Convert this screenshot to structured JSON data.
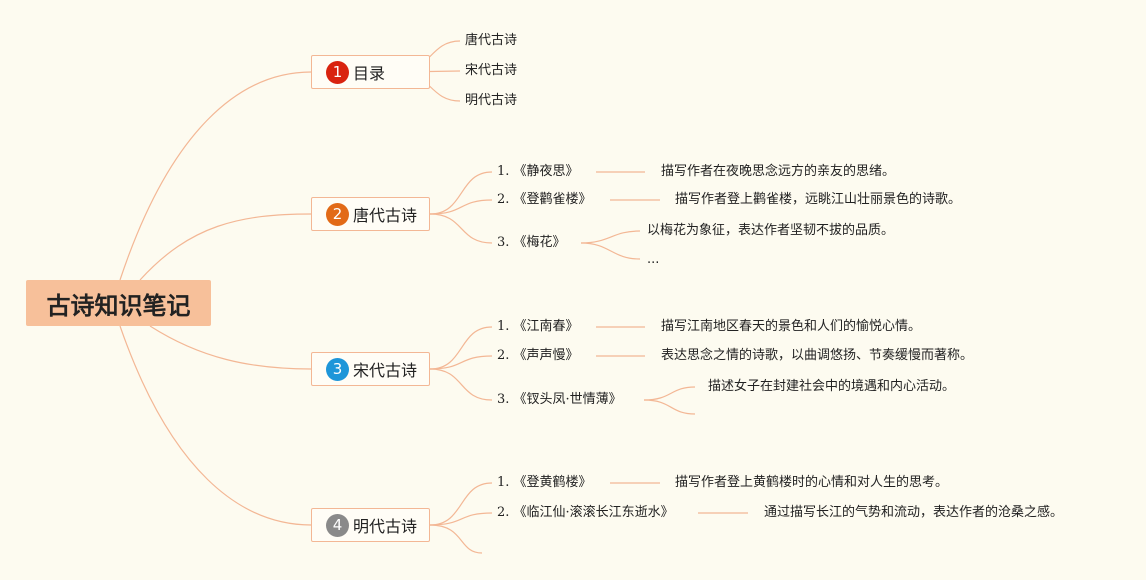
{
  "root": {
    "title": "古诗知识笔记"
  },
  "colors": {
    "line": "#f3b795",
    "root_bg": "#f7c09a",
    "badge_1": "#d9230f",
    "badge_2": "#e26a17",
    "badge_3": "#1e96d9",
    "badge_4": "#8a8a8a"
  },
  "branches": [
    {
      "num": "1",
      "label": "目录",
      "items": [
        "唐代古诗",
        "宋代古诗",
        "明代古诗"
      ]
    },
    {
      "num": "2",
      "label": "唐代古诗",
      "poems": [
        {
          "index": "1.",
          "title": "《静夜思》",
          "descs": [
            "描写作者在夜晚思念远方的亲友的思绪。"
          ]
        },
        {
          "index": "2.",
          "title": "《登鹳雀楼》",
          "descs": [
            "描写作者登上鹳雀楼，远眺江山壮丽景色的诗歌。"
          ]
        },
        {
          "index": "3.",
          "title": "《梅花》",
          "descs": [
            "以梅花为象征，表达作者坚韧不拔的品质。",
            "..."
          ]
        }
      ]
    },
    {
      "num": "3",
      "label": "宋代古诗",
      "poems": [
        {
          "index": "1.",
          "title": "《江南春》",
          "descs": [
            "描写江南地区春天的景色和人们的愉悦心情。"
          ]
        },
        {
          "index": "2.",
          "title": "《声声慢》",
          "descs": [
            "表达思念之情的诗歌，以曲调悠扬、节奏缓慢而著称。"
          ]
        },
        {
          "index": "3.",
          "title": "《钗头凤·世情薄》",
          "descs": [
            "描述女子在封建社会中的境遇和内心活动。",
            ""
          ]
        }
      ]
    },
    {
      "num": "4",
      "label": "明代古诗",
      "poems": [
        {
          "index": "1.",
          "title": "《登黄鹤楼》",
          "descs": [
            "描写作者登上黄鹤楼时的心情和对人生的思考。"
          ]
        },
        {
          "index": "2.",
          "title": "《临江仙·滚滚长江东逝水》",
          "descs": [
            "通过描写长江的气势和流动，表达作者的沧桑之感。"
          ]
        }
      ]
    }
  ]
}
